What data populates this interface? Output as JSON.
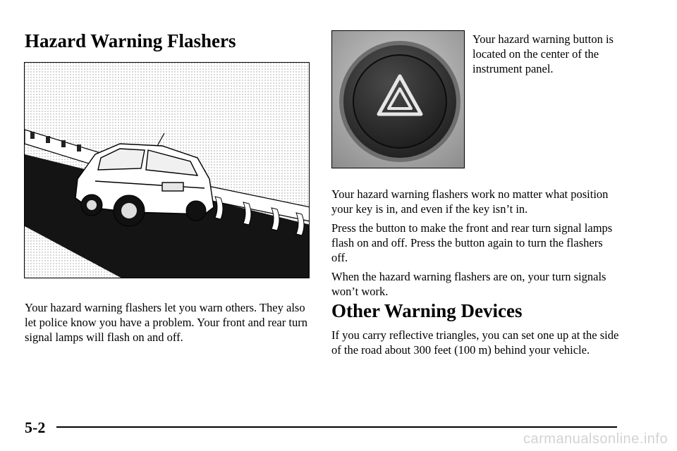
{
  "left_column": {
    "heading": "Hazard Warning Flashers",
    "paragraph": "Your hazard warning flashers let you warn others. They also let police know you have a problem. Your front and rear turn signal lamps will flash on and off."
  },
  "right_column": {
    "button_caption": "Your hazard warning button is located on the center of the instrument panel.",
    "paragraph_1": "Your hazard warning flashers work no matter what position your key is in, and even if the key isn’t in.",
    "paragraph_2": "Press the button to make the front and rear turn signal lamps flash on and off. Press the button again to turn the flashers off.",
    "paragraph_3": "When the hazard warning flashers are on, your turn signals won’t work.",
    "heading": "Other Warning Devices",
    "paragraph_4": "If you carry reflective triangles, you can set one up at the side of the road about 300 feet (100 m) behind your vehicle."
  },
  "footer": {
    "page_number": "5-2",
    "watermark": "carmanualsonline.info"
  }
}
